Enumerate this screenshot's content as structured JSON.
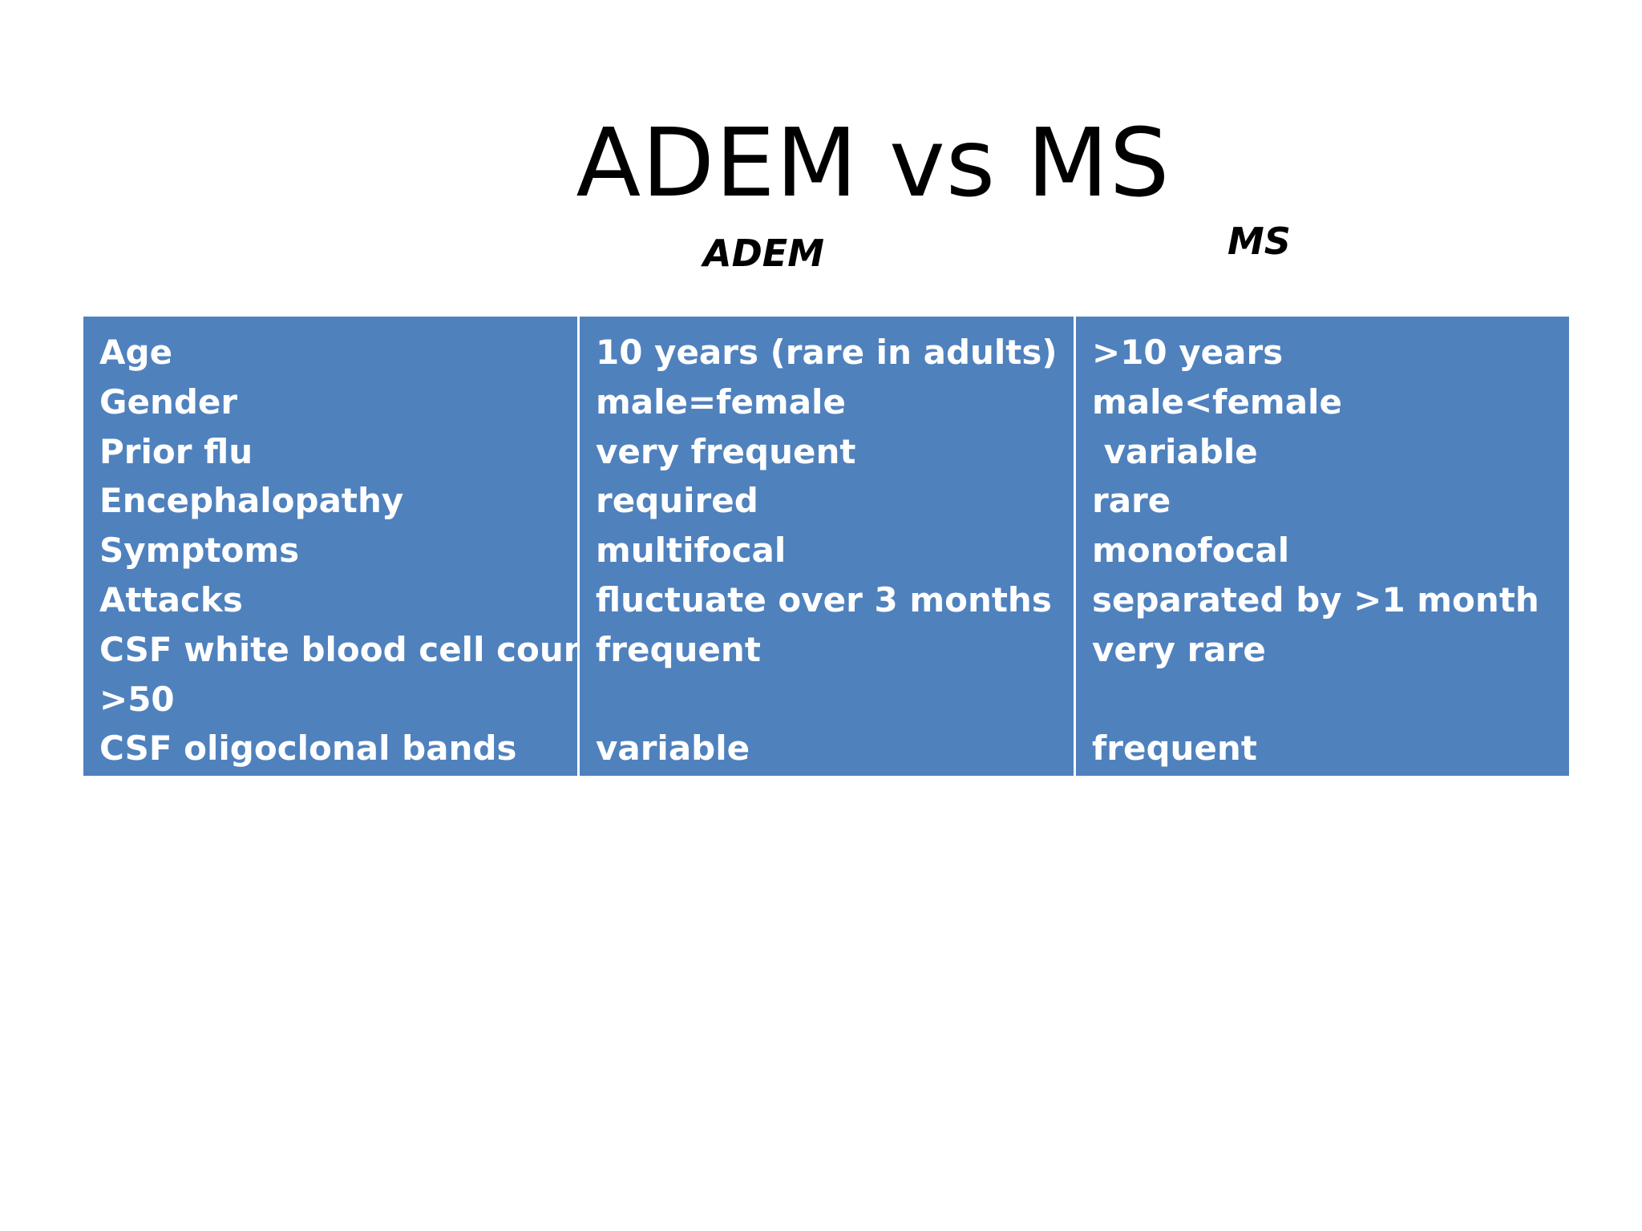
{
  "slide": {
    "title": "ADEM vs MS",
    "column_headers": {
      "adem": "ADEM",
      "ms": "MS"
    }
  },
  "table": {
    "features": [
      "Age",
      "Gender",
      "Prior flu",
      "Encephalopathy",
      "Symptoms",
      "Attacks",
      "CSF white blood cell count",
      ">50",
      "CSF oligoclonal bands"
    ],
    "adem": [
      "10 years (rare in adults)",
      "male=female",
      "very frequent",
      "required",
      "multifocal",
      "fluctuate over 3 months",
      "frequent",
      "",
      "variable"
    ],
    "ms": [
      ">10 years",
      "male<female",
      " variable",
      "rare",
      "monofocal",
      "separated by >1 month",
      "very rare",
      "",
      "frequent"
    ]
  },
  "colors": {
    "cell_background": "#4f81bd",
    "cell_text": "#ffffff",
    "slide_background": "#ffffff"
  }
}
